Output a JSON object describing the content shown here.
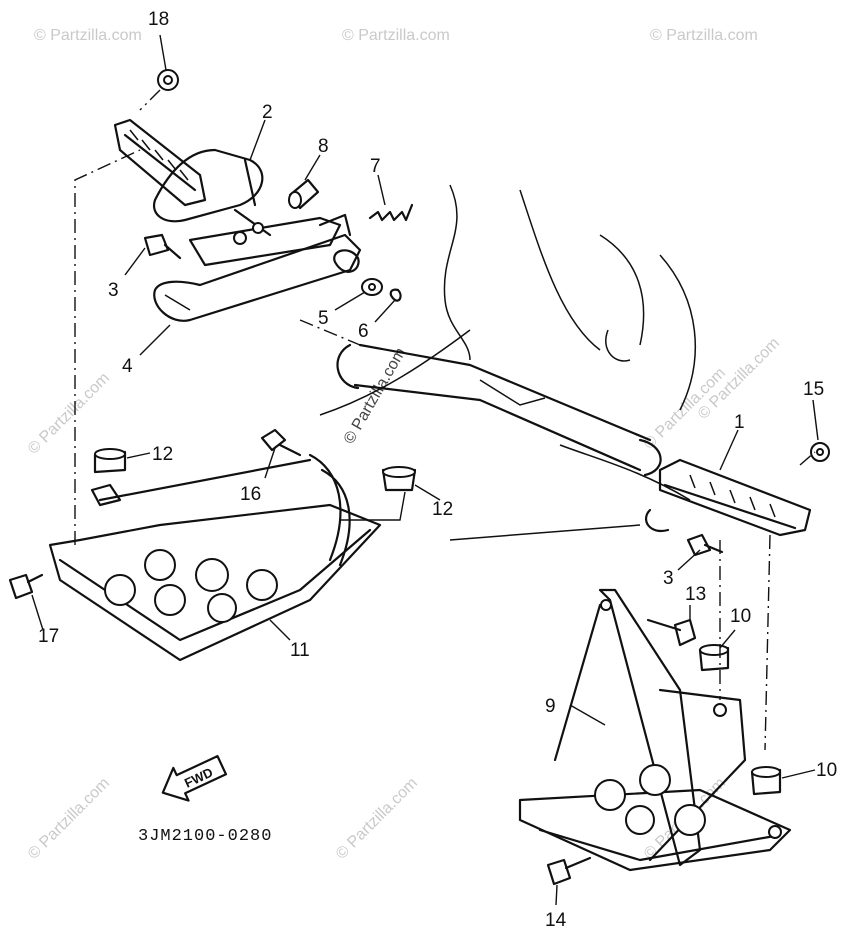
{
  "diagram": {
    "drawing_code": "3JM2100-0280",
    "fwd_label": "FWD",
    "watermarks": [
      "© Partzilla.com",
      "© Partzilla.com",
      "© Partzilla.com",
      "© Partzilla.com",
      "© Partzilla.com",
      "© Partzilla.com",
      "© Partzilla.com",
      "© Partzilla.com",
      "© Partzilla.com",
      "© Partzilla.com"
    ],
    "callouts": [
      "18",
      "2",
      "8",
      "7",
      "3",
      "5",
      "6",
      "4",
      "12",
      "16",
      "12",
      "1",
      "15",
      "17",
      "11",
      "3",
      "13",
      "10",
      "9",
      "10",
      "14"
    ]
  }
}
